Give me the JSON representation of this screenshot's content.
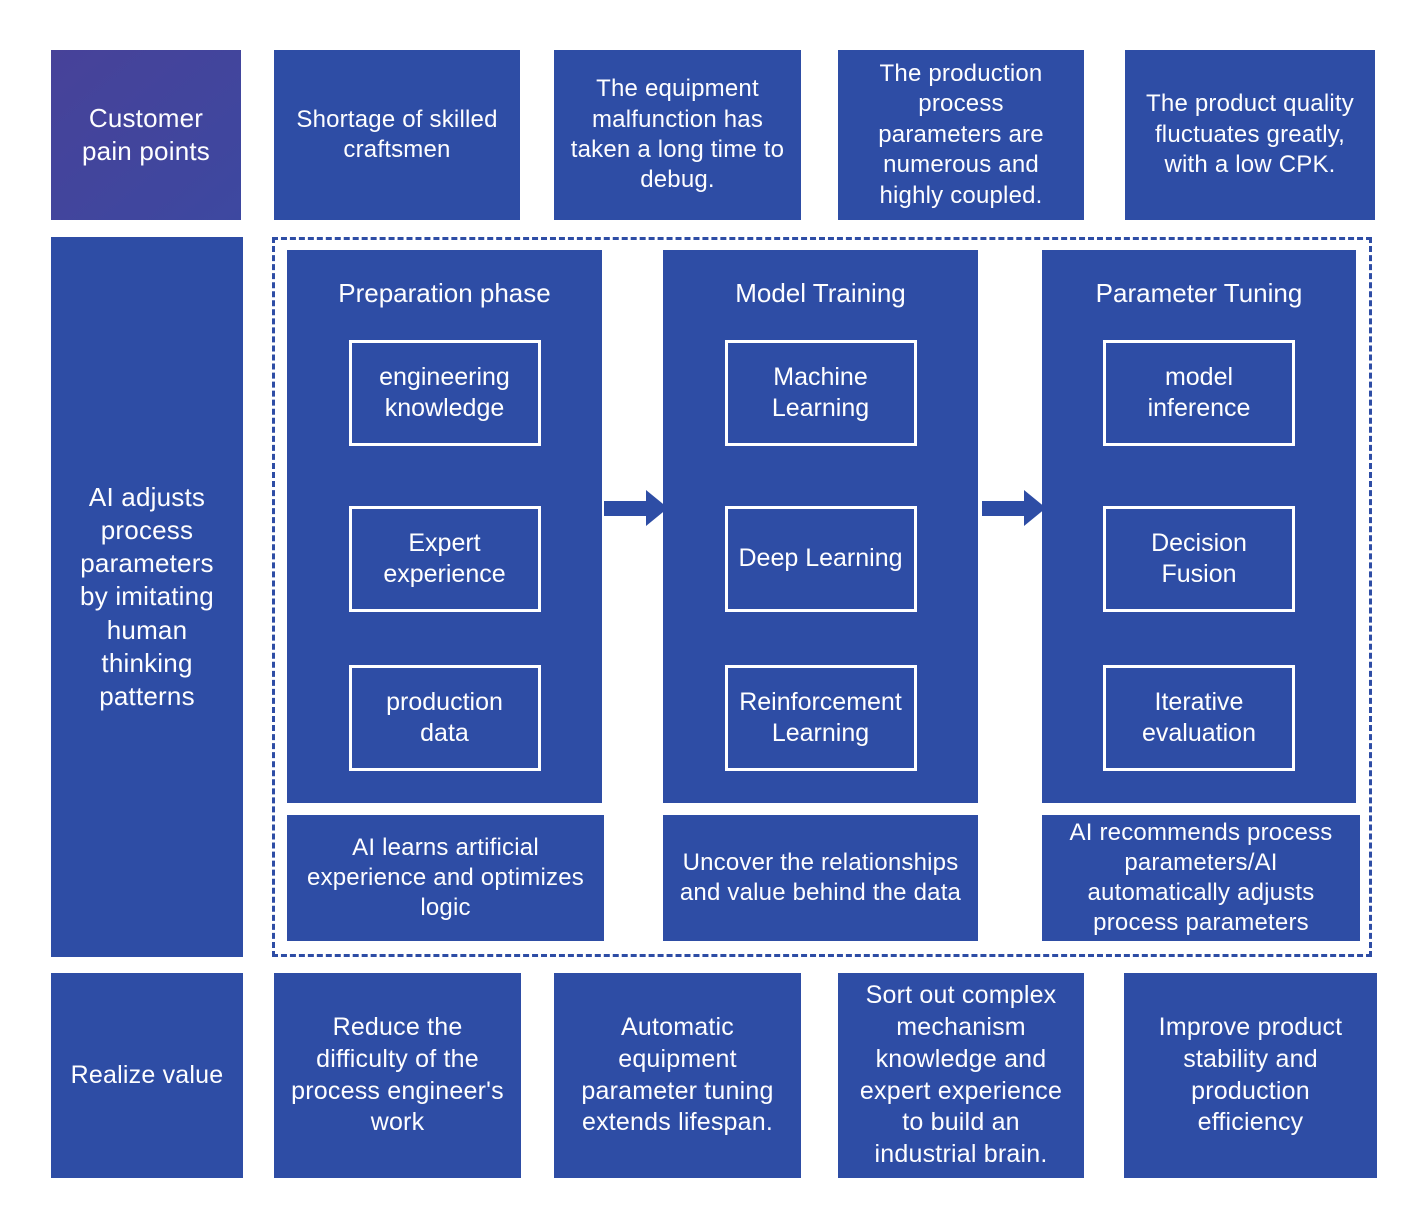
{
  "palette": {
    "primary_blue": "#2e4da5",
    "pain_label_gradient_start": "#474299",
    "pain_label_gradient_end": "#3d48a0",
    "text_white": "#fefeff"
  },
  "rows": {
    "pain": {
      "label": "Customer pain points",
      "items": [
        "Shortage of skilled craftsmen",
        "The equipment malfunction has taken a long time to debug.",
        "The production process parameters are numerous and highly coupled.",
        "The product quality fluctuates greatly, with a low CPK."
      ]
    },
    "middle": {
      "label": "AI adjusts process parameters by imitating human thinking patterns",
      "columns": [
        {
          "title": "Preparation phase",
          "boxes": [
            "engineering knowledge",
            "Expert experience",
            "production data"
          ],
          "caption": "AI learns artificial experience and optimizes logic"
        },
        {
          "title": "Model Training",
          "boxes": [
            "Machine Learning",
            "Deep Learning",
            "Reinforcement Learning"
          ],
          "caption": "Uncover the relationships and value behind the data"
        },
        {
          "title": "Parameter Tuning",
          "boxes": [
            "model inference",
            "Decision Fusion",
            "Iterative evaluation"
          ],
          "caption": "AI recommends process parameters/AI automatically adjusts process parameters"
        }
      ]
    },
    "value": {
      "label": "Realize value",
      "items": [
        "Reduce the difficulty of the process engineer's work",
        "Automatic equipment parameter tuning extends lifespan.",
        "Sort out complex mechanism knowledge and expert experience to build an industrial brain.",
        "Improve product stability and production efficiency"
      ]
    }
  }
}
